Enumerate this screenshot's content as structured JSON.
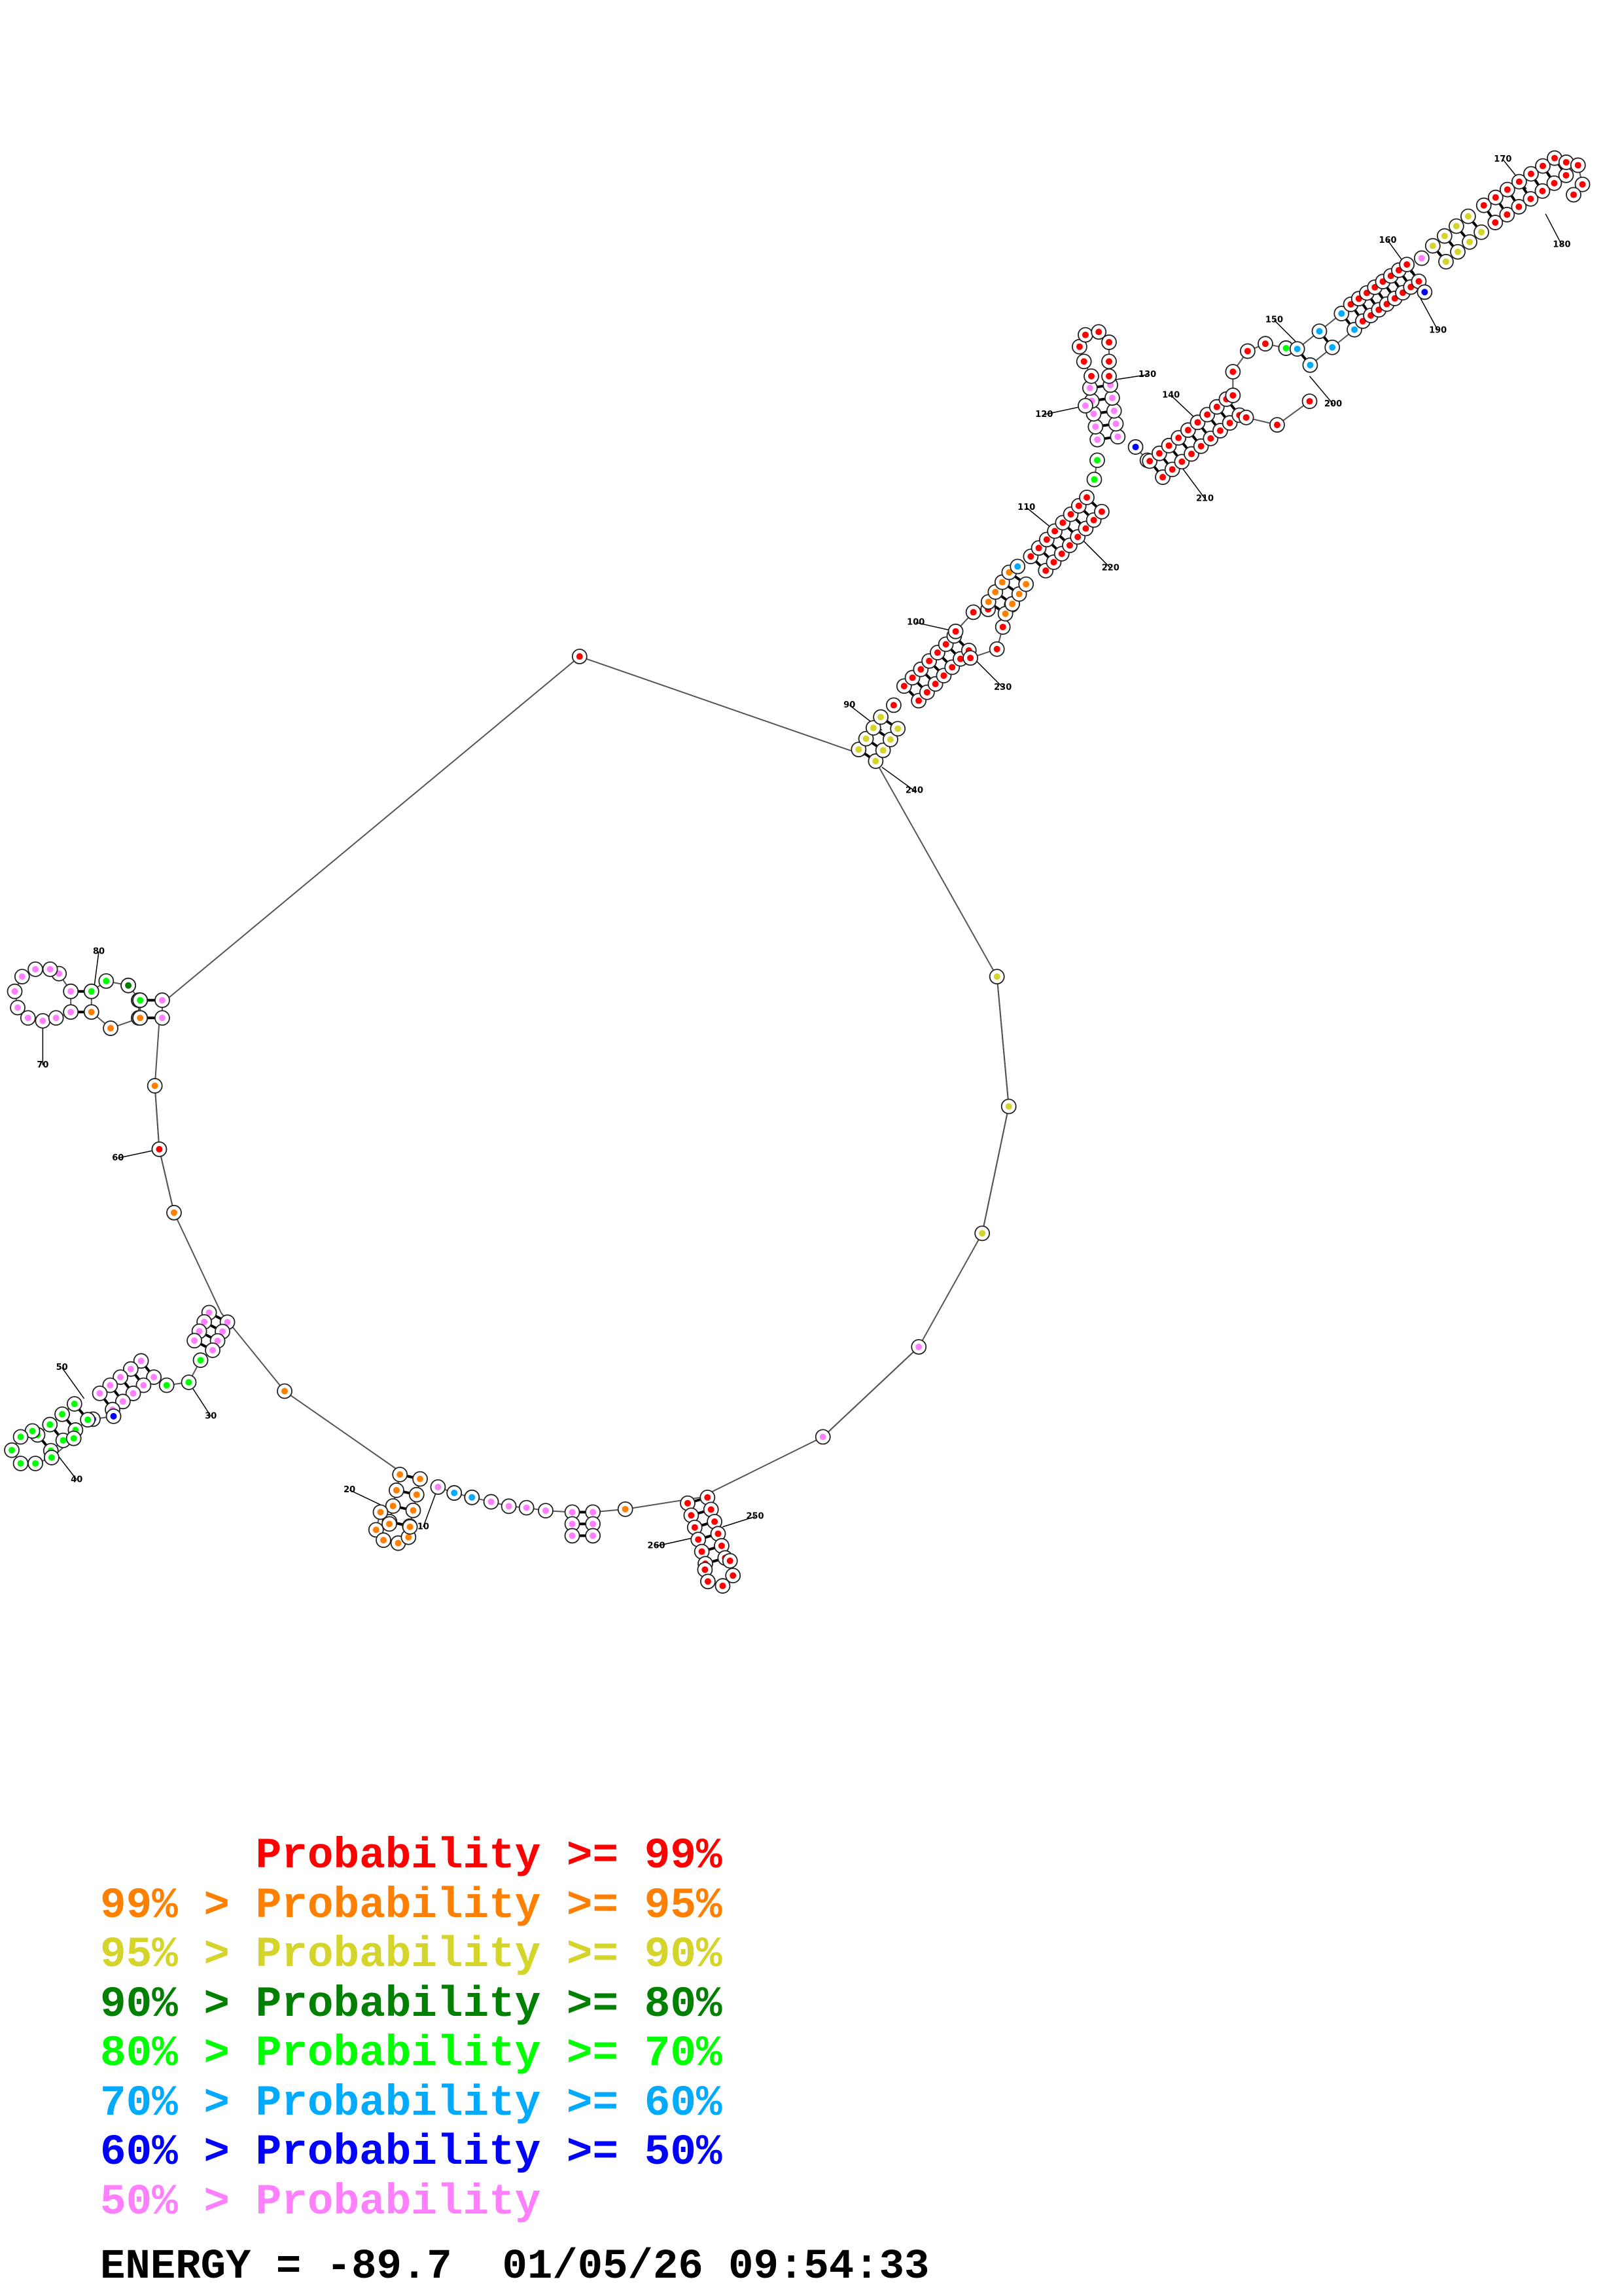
{
  "diagram": {
    "type": "rna-secondary-structure",
    "position_labels": [
      "10",
      "20",
      "30",
      "40",
      "50",
      "60",
      "70",
      "80",
      "90",
      "100",
      "110",
      "120",
      "130",
      "140",
      "150",
      "160",
      "170",
      "180",
      "190",
      "200",
      "210",
      "220",
      "230",
      "240",
      "250",
      "260"
    ]
  },
  "colors": {
    "p99": "#ff0000",
    "p95": "#ff8000",
    "p90": "#d4d42a",
    "p80": "#008000",
    "p70": "#00ff00",
    "p60": "#00aaff",
    "p50": "#0000ff",
    "plow": "#ff80ff"
  },
  "legend": [
    {
      "text": "      Probability >= 99%",
      "color": "#ff0000"
    },
    {
      "text": "99% > Probability >= 95%",
      "color": "#ff8000"
    },
    {
      "text": "95% > Probability >= 90%",
      "color": "#d4d42a"
    },
    {
      "text": "90% > Probability >= 80%",
      "color": "#008000"
    },
    {
      "text": "80% > Probability >= 70%",
      "color": "#00ff00"
    },
    {
      "text": "70% > Probability >= 60%",
      "color": "#00aaff"
    },
    {
      "text": "60% > Probability >= 50%",
      "color": "#0000ff"
    },
    {
      "text": "50% > Probability",
      "color": "#ff80ff"
    }
  ],
  "footer": {
    "energy_text": "ENERGY = -89.7  01/05/26 09:54:33"
  }
}
